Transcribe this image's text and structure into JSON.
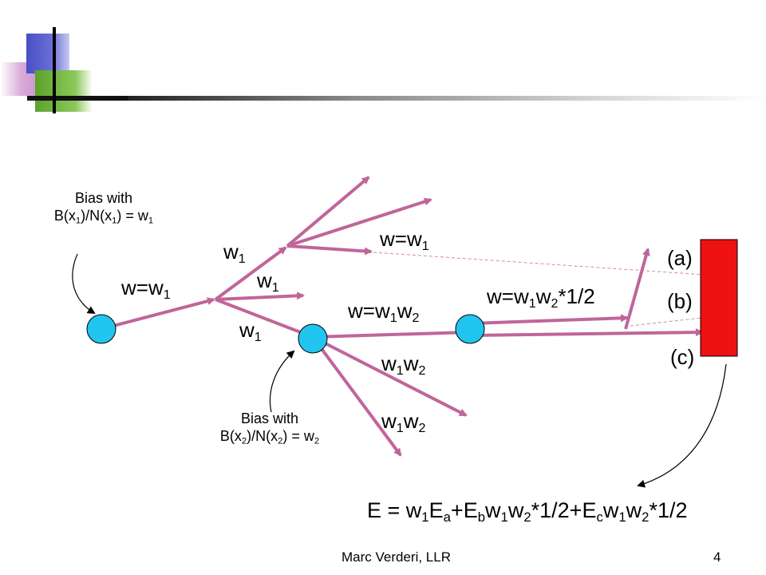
{
  "footer": {
    "author": "Marc Verderi, LLR",
    "page": "4"
  },
  "annotations": {
    "bias1_line1": "Bias with",
    "bias1_line2_a": "B(x",
    "bias1_line2_b": "1",
    "bias1_line2_c": ")/N(x",
    "bias1_line2_d": "1",
    "bias1_line2_e": ") = w",
    "bias1_line2_f": "1",
    "bias2_line1": "Bias with",
    "bias2_line2_a": "B(x",
    "bias2_line2_b": "2",
    "bias2_line2_c": ")/N(x",
    "bias2_line2_d": "2",
    "bias2_line2_e": ") = w",
    "bias2_line2_f": "2"
  },
  "labels": {
    "w": "w",
    "eq": "=",
    "one": "1",
    "two": "2",
    "half": "*1/2",
    "a": "(a)",
    "b": "(b)",
    "c": "(c)"
  },
  "formula": {
    "p1": "E = w",
    "s1": "1",
    "p2": "E",
    "s2": "a",
    "p3": "+E",
    "s3": "b",
    "p4": "w",
    "s4": "1",
    "p5": "w",
    "s5": "2",
    "p6": "*1/2+E",
    "s6": "c",
    "p7": "w",
    "s7": "1",
    "p8": "w",
    "s8": "2",
    "p9": "*1/2"
  },
  "colors": {
    "arrow": "#c0659a",
    "node": "#22c4f0",
    "detector": "#ee1111",
    "dashed": "#d08aa8"
  }
}
